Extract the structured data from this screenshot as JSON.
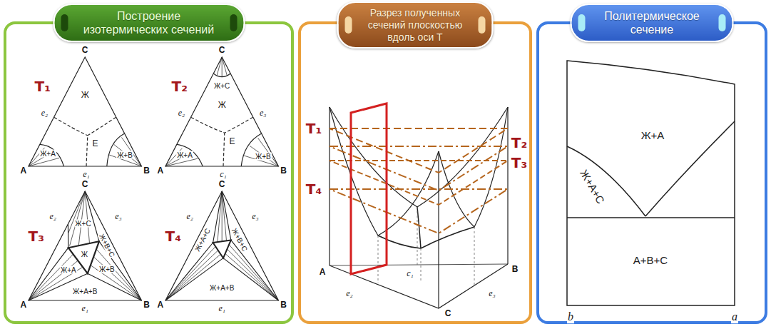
{
  "diagram": {
    "nodes": [
      {
        "text": [
          "Построение изотермических сечений"
        ]
      },
      {
        "text": [
          "Разрез полученных сечений плоскостью вдоль оси T"
        ]
      },
      {
        "text": [
          "Политермическое сечение"
        ]
      }
    ],
    "labels": [
      "C",
      "T₁",
      "e₂",
      "Ж",
      "E",
      "Ж+A",
      "Ж+B",
      "A",
      "e₁",
      "B",
      "C",
      "T₂",
      "Ж+C",
      "e₂",
      "e₃",
      "Ж",
      "E",
      "Ж+A",
      "Ж+B",
      "A",
      "c₁",
      "B",
      "C",
      "T₃",
      "e₂",
      "e₃",
      "Ж+C",
      "Ж+B+C",
      "Ж",
      "Ж+A",
      "Ж+B",
      "Ж+A+B",
      "A",
      "e₁",
      "B",
      "C",
      "T₄",
      "e₂",
      "e₃",
      "Ж+A+C",
      "Ж+B+C",
      "Ж+A+B",
      "A",
      "e₁",
      "B",
      "T₁",
      "T₂",
      "T₃",
      "T₄",
      "A",
      "B",
      "c₁",
      "e₂",
      "e₃",
      "C",
      "Ж+A",
      "Ж+A+C",
      "A+B+C",
      "b",
      "a"
    ]
  }
}
